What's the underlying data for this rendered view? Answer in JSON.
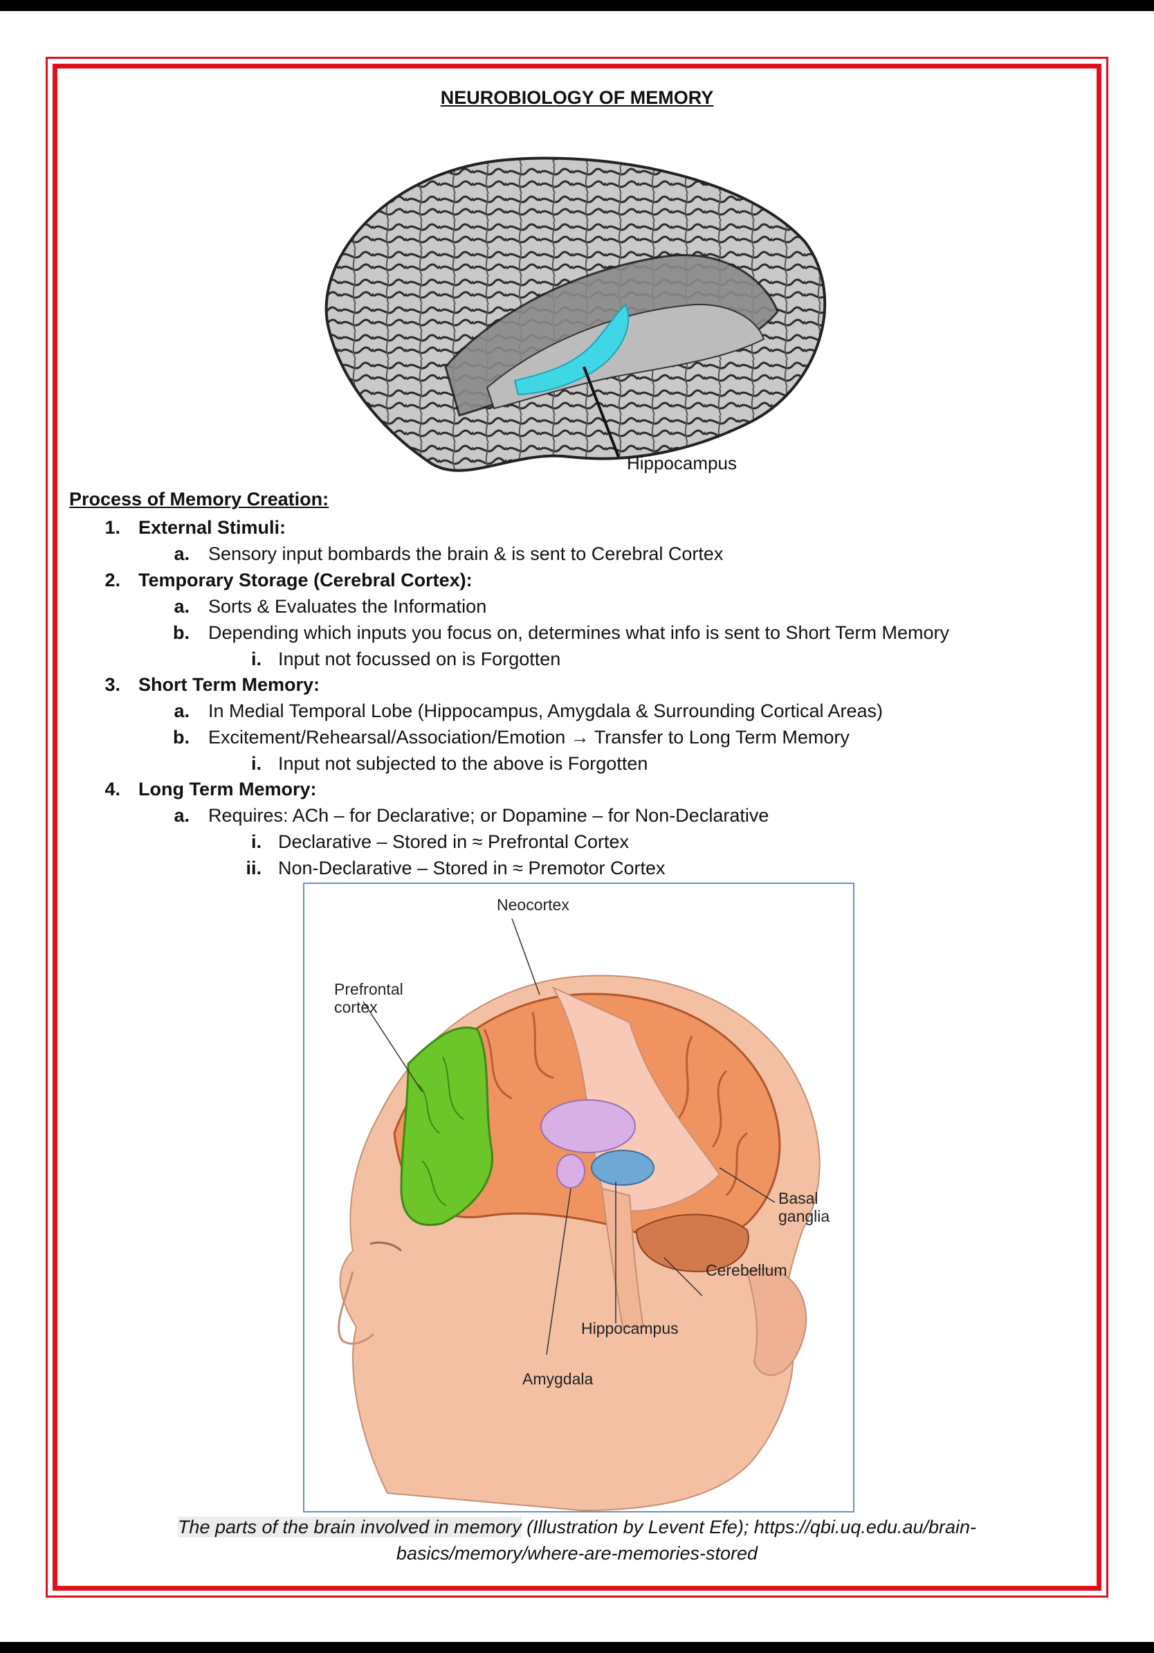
{
  "title": "NEUROBIOLOGY OF MEMORY",
  "figure_top": {
    "label": "Hippocampus",
    "icon": "brain-cutaway-illustration",
    "accent": "#3fd6e6"
  },
  "section_title": "Process of Memory Creation:",
  "steps": [
    {
      "marker": "1.",
      "label": "External Stimuli:"
    },
    {
      "marker": "a.",
      "text": "Sensory input bombards the brain & is sent to Cerebral Cortex"
    },
    {
      "marker": "2.",
      "label": "Temporary Storage (Cerebral Cortex):"
    },
    {
      "marker": "a.",
      "text": "Sorts & Evaluates the Information"
    },
    {
      "marker": "b.",
      "text": "Depending which inputs you focus on, determines what info is sent to Short Term Memory"
    },
    {
      "marker": "i.",
      "text": "Input not focussed on is Forgotten"
    },
    {
      "marker": "3.",
      "label": "Short Term Memory:"
    },
    {
      "marker": "a.",
      "text": "In Medial Temporal Lobe (Hippocampus, Amygdala & Surrounding Cortical Areas)"
    },
    {
      "marker": "b.",
      "text": "Excitement/Rehearsal/Association/Emotion → Transfer to Long Term Memory"
    },
    {
      "marker": "i.",
      "text": "Input not subjected to the above is Forgotten"
    },
    {
      "marker": "4.",
      "label": "Long Term Memory:"
    },
    {
      "marker": "a.",
      "text": "Requires: ACh – for Declarative; or Dopamine – for Non-Declarative"
    },
    {
      "marker": "i.",
      "text": "Declarative – Stored in ≈ Prefrontal Cortex"
    },
    {
      "marker": "ii.",
      "text": "Non-Declarative – Stored in ≈ Premotor Cortex"
    }
  ],
  "figure_bottom": {
    "labels": {
      "neocortex": "Neocortex",
      "prefrontal_1": "Prefrontal",
      "prefrontal_2": "cortex",
      "basal_1": "Basal",
      "basal_2": "ganglia",
      "cerebellum": "Cerebellum",
      "hippocampus": "Hippocampus",
      "amygdala": "Amygdala"
    },
    "colors": {
      "prefrontal": "#6cc62a",
      "cortex": "#ef9460",
      "skin": "#f3c0a4",
      "basal": "#d8b0e6",
      "hippocampus": "#6fa7d6",
      "cerebellum": "#d27a4c"
    }
  },
  "caption": {
    "highlighted": "The parts of the brain involved in memory",
    "rest": " (Illustration by Levent Efe); https://qbi.uq.edu.au/brain-",
    "line2": "basics/memory/where-are-memories-stored"
  }
}
